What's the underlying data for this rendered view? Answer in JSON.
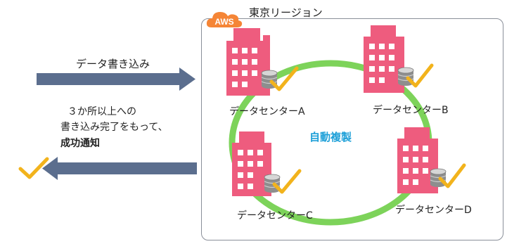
{
  "region": {
    "title": "東京リージョン",
    "badge": "AWS"
  },
  "left": {
    "write_label": "データ書き込み",
    "notice_line1": "３か所以上への",
    "notice_line2": "書き込み完了をもって、",
    "notice_line3": "成功通知"
  },
  "replication_label": "自動複製",
  "datacenters": [
    {
      "label": "データセンターA"
    },
    {
      "label": "データセンターB"
    },
    {
      "label": "データセンターC"
    },
    {
      "label": "データセンターD"
    }
  ],
  "colors": {
    "building": "#ee5c7e",
    "ring": "#7dd35a",
    "arrow": "#5b6e8e",
    "check": "#f2b31c",
    "aws_badge": "#f58536",
    "replication_text": "#1ea0d8"
  }
}
